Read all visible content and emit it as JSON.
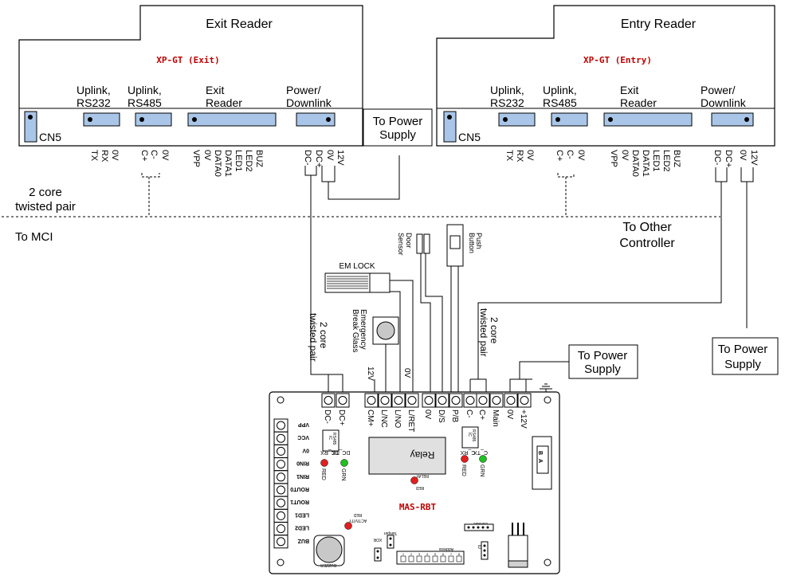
{
  "exit_reader": {
    "title": "Exit Reader",
    "model": "XP-GT (Exit)",
    "cn5": "CN5",
    "headers": [
      "Uplink,",
      "RS232",
      "Uplink,",
      "RS485",
      "Exit",
      "Reader",
      "Power/",
      "Downlink"
    ],
    "pins": [
      "TX",
      "RX",
      "0V",
      "C+",
      "C-",
      "0V",
      "VPP",
      "0V",
      "DATA0",
      "DATA1",
      "LED1",
      "LED2",
      "BUZ",
      "DC-",
      "DC+",
      "0V",
      "12V"
    ]
  },
  "entry_reader": {
    "title": "Entry Reader",
    "model": "XP-GT (Entry)",
    "cn5": "CN5",
    "headers": [
      "Uplink,",
      "RS232",
      "Uplink,",
      "RS485",
      "Exit",
      "Reader",
      "Power/",
      "Downlink"
    ],
    "pins": [
      "TX",
      "RX",
      "0V",
      "C+",
      "C-",
      "0V",
      "VPP",
      "0V",
      "DATA0",
      "DATA1",
      "LED1",
      "LED2",
      "BUZ",
      "DC-",
      "DC+",
      "0V",
      "12V"
    ]
  },
  "labels": {
    "to_power_supply_top": [
      "To Power",
      "Supply"
    ],
    "twisted_pair_left": [
      "2 core",
      "twisted pair"
    ],
    "to_mci": "To MCI",
    "to_other_controller": [
      "To Other",
      "Controller"
    ],
    "em_lock": "EM LOCK",
    "door_sensor": [
      "Door",
      "Sensor"
    ],
    "push_button": [
      "Push",
      "Button"
    ],
    "emergency": [
      "Emergency",
      "Break Glass"
    ],
    "twisted_pair_v1": [
      "2 core",
      "twisted pair"
    ],
    "twisted_pair_v2": [
      "2 core",
      "twisted pair"
    ],
    "to_power_supply_mid": [
      "To Power",
      "Supply"
    ],
    "to_power_supply_right": [
      "To Power",
      "Supply"
    ],
    "v12": "12V",
    "v0": "0V"
  },
  "board": {
    "title": "MAS-RBT",
    "top_terminals": [
      "DC-",
      "DC+",
      "CM+",
      "L/NC",
      "L/NO",
      "L/RET",
      "0V",
      "D/S",
      "P/B",
      "C-",
      "C+",
      "Main",
      "0V",
      "+12V"
    ],
    "left_terminals": [
      "VPP",
      "VCC",
      "0V",
      "RIN0",
      "RIN1",
      "ROUT0",
      "ROUT1",
      "LED1",
      "LED2",
      "BUZ"
    ],
    "relay": "Relay",
    "rs485_ic": [
      "RS485",
      "IC"
    ],
    "dc_tx_rx": [
      "DC_TX",
      "DC_RX"
    ],
    "c_tx_rx": [
      "C_TX",
      "C_RX"
    ],
    "red": "RED",
    "grn": "GRN",
    "relay_led": [
      "RELAY",
      "RED"
    ],
    "activity_led": [
      "ACTIVITY",
      "RED"
    ],
    "buzzer": "BUZZER",
    "xor": "XOR",
    "tamper": "Tamper",
    "address": "Address",
    "console": "Console",
    "id": "ID",
    "a": "A",
    "b": "B",
    "dip_nums": [
      "1",
      "2",
      "3",
      "4",
      "5",
      "6",
      "7",
      "8"
    ]
  }
}
